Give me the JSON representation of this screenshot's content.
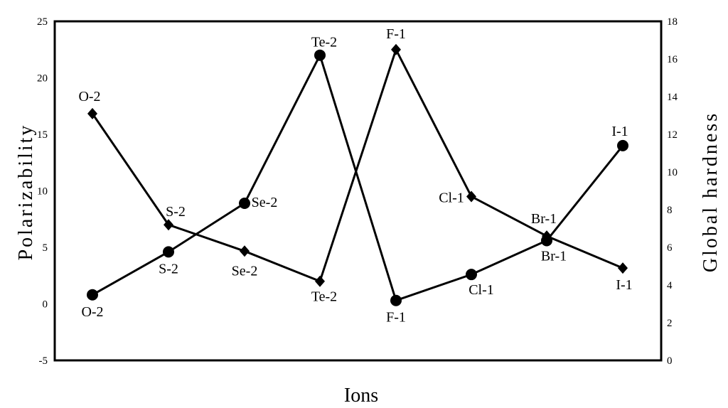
{
  "chart_data": {
    "type": "line",
    "xlabel": "Ions",
    "ylabel_left": "Polarizability",
    "ylabel_right": "Global hardness",
    "ylim_left": [
      -5,
      25
    ],
    "ylim_right": [
      0,
      18
    ],
    "yticks_left": [
      -5,
      0,
      5,
      10,
      15,
      20,
      25
    ],
    "yticks_right": [
      0,
      2,
      4,
      6,
      8,
      10,
      12,
      14,
      16,
      18
    ],
    "grid": false,
    "legend": "none",
    "categories": [
      "O-2",
      "S-2",
      "Se-2",
      "Te-2",
      "F-1",
      "Cl-1",
      "Br-1",
      "I-1"
    ],
    "series": [
      {
        "axis": "left",
        "marker": "circle",
        "values": [
          0.8,
          4.6,
          8.9,
          22.0,
          0.3,
          2.6,
          5.6,
          14.0
        ],
        "point_labels": [
          "O-2",
          "S-2",
          "Se-2",
          "Te-2",
          "F-1",
          "Cl-1",
          "Br-1",
          "I-1"
        ]
      },
      {
        "axis": "right",
        "marker": "diamond",
        "values": [
          13.1,
          7.2,
          5.8,
          4.2,
          16.5,
          8.7,
          6.6,
          4.9
        ],
        "point_labels": [
          "O-2",
          "S-2",
          "Se-2",
          "Te-2",
          "F-1",
          "Cl-1",
          "Br-1",
          "I-1"
        ]
      }
    ],
    "colors": {
      "line": "#000000",
      "background": "#ffffff"
    }
  }
}
